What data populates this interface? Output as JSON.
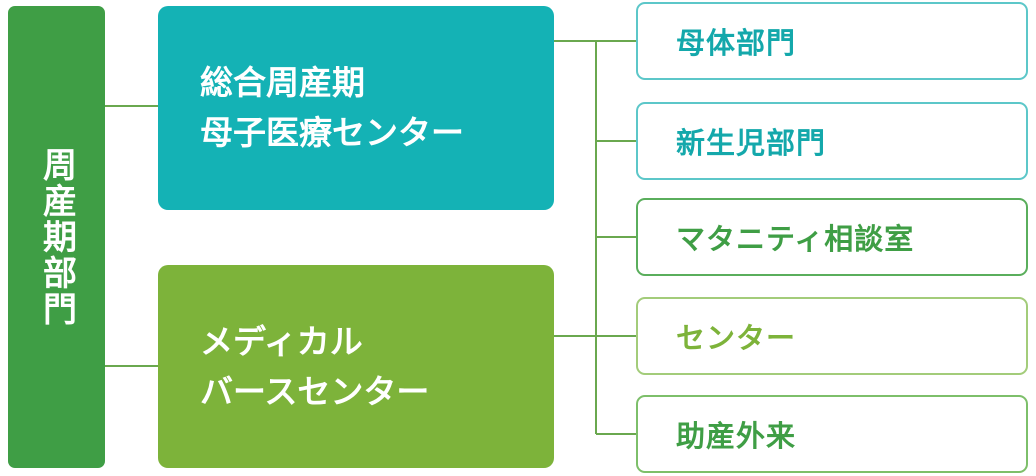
{
  "root": {
    "label": "周産期部門",
    "color": "#3f9e45"
  },
  "centers": [
    {
      "line1": "総合周産期",
      "line2": "母子医療センター",
      "color": "#14b2b5"
    },
    {
      "line1": "メディカル",
      "line2": "バースセンター",
      "color": "#7db33a"
    }
  ],
  "departments": [
    {
      "label": "母体部門",
      "text_color": "#14a8ab",
      "border_color": "#5cc7c9"
    },
    {
      "label": "新生児部門",
      "text_color": "#14a8ab",
      "border_color": "#5cc7c9"
    },
    {
      "label": "マタニティ相談室",
      "text_color": "#3f9e45",
      "border_color": "#5aae5c"
    },
    {
      "label": "センター",
      "text_color": "#7db33a",
      "border_color": "#a3cc7a"
    },
    {
      "label": "助産外来",
      "text_color": "#3f9e45",
      "border_color": "#7dbf6a"
    }
  ],
  "connector_color": "#6aa84f"
}
